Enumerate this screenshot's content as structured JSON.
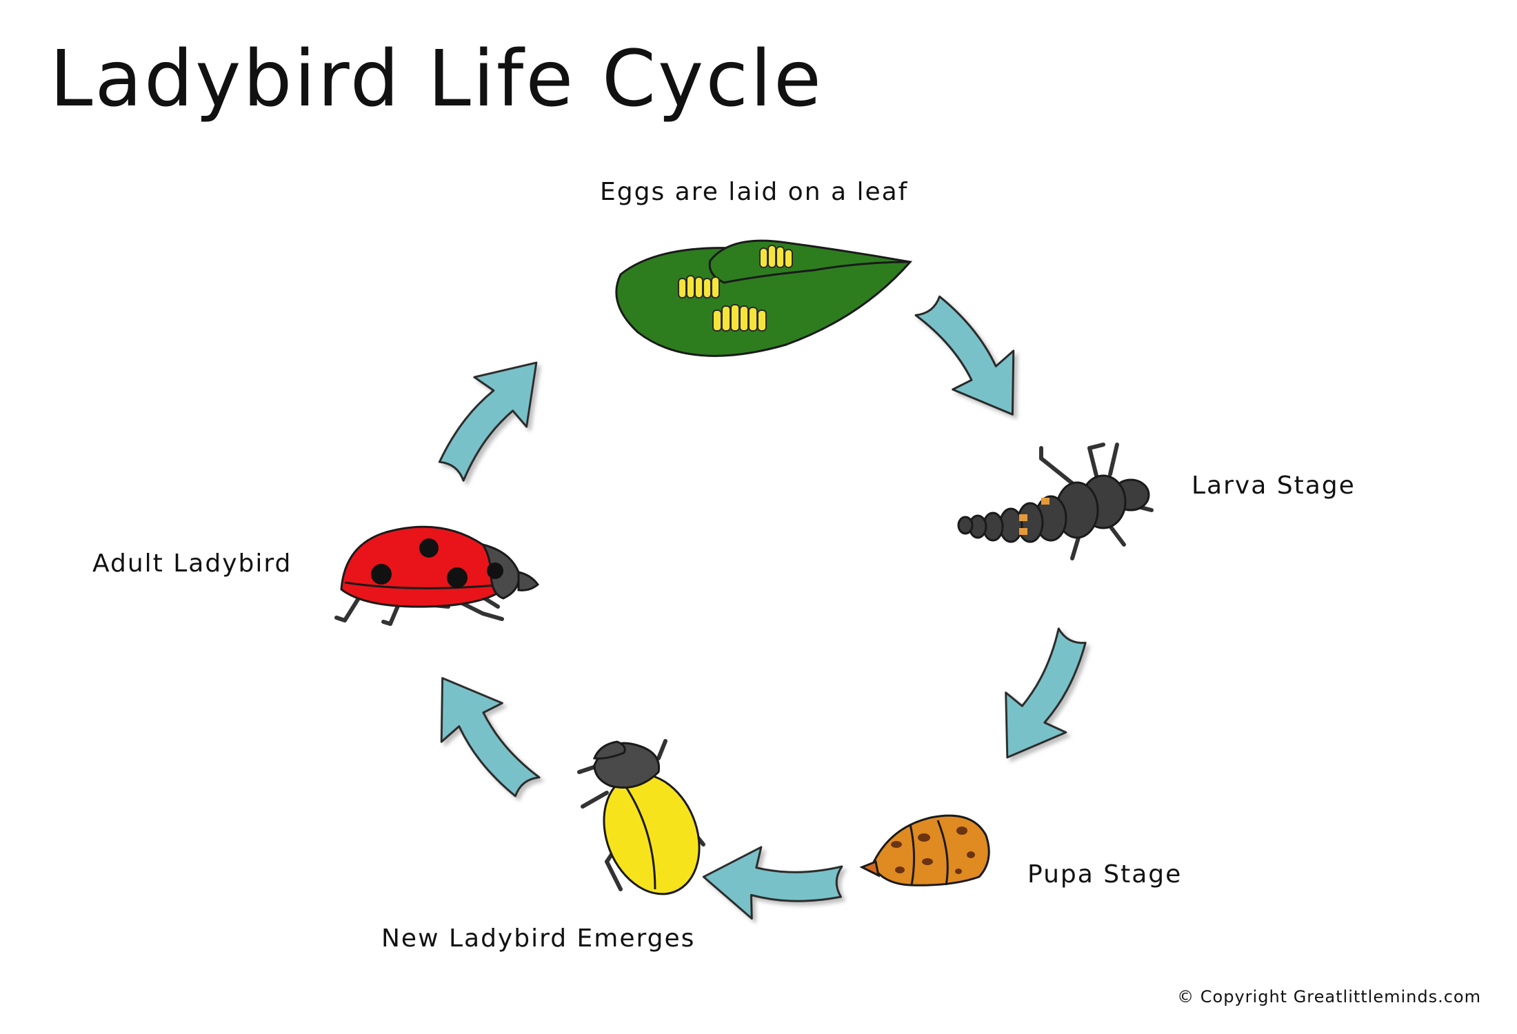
{
  "title": "Ladybird Life Cycle",
  "stages": {
    "eggs": "Eggs are laid on a leaf",
    "larva": "Larva Stage",
    "pupa": "Pupa Stage",
    "emerges": "New Ladybird Emerges",
    "adult": "Adult Ladybird"
  },
  "copyright": "© Copyright Greatlittleminds.com",
  "colors": {
    "arrow": "#79c1c8",
    "leaf": "#2d7d1e",
    "egg": "#f5e53a",
    "larva": "#3d3d3d",
    "pupa": "#e08a22",
    "ladybird_red": "#e8141a",
    "emerging_yellow": "#f7e31b"
  }
}
